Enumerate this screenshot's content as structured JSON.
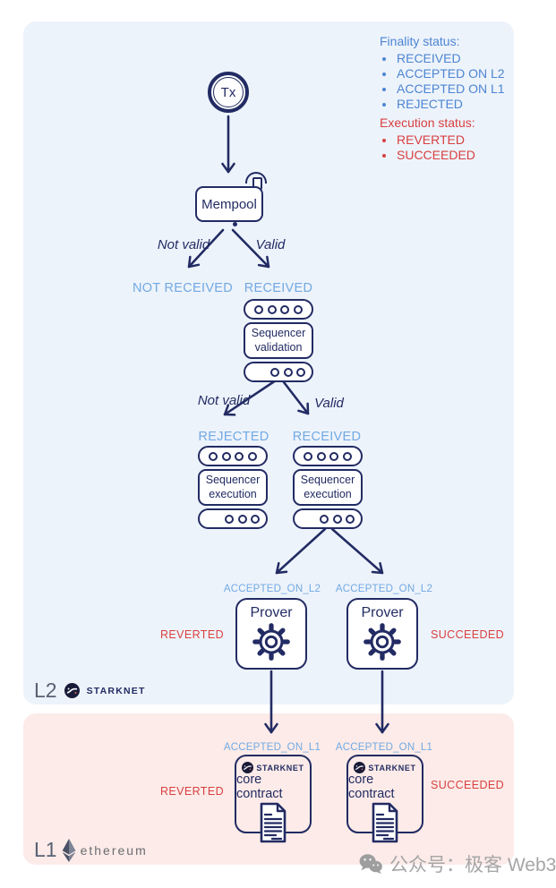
{
  "legend": {
    "finality_title": "Finality status:",
    "finality_items": [
      "RECEIVED",
      "ACCEPTED ON L2",
      "ACCEPTED ON L1",
      "REJECTED"
    ],
    "execution_title": "Execution status:",
    "execution_items": [
      "REVERTED",
      "SUCCEEDED"
    ]
  },
  "flow": {
    "tx_label": "Tx",
    "mempool_label": "Mempool",
    "branch1_left": "Not valid",
    "branch1_right": "Valid",
    "status_not_received": "NOT RECEIVED",
    "status_received_1": "RECEIVED",
    "validation_label": "Sequencer validation",
    "branch2_left": "Not valid",
    "branch2_right": "Valid",
    "status_rejected": "REJECTED",
    "status_received_2": "RECEIVED",
    "execution_left_label": "Sequencer execution",
    "execution_right_label": "Sequencer execution",
    "accepted_l2_left": "ACCEPTED_ON_L2",
    "accepted_l2_right": "ACCEPTED_ON_L2",
    "prover_left": "Prover",
    "prover_right": "Prover",
    "reverted_l2": "REVERTED",
    "succeeded_l2": "SUCCEEDED",
    "accepted_l1_left": "ACCEPTED_ON_L1",
    "accepted_l1_right": "ACCEPTED_ON_L1",
    "core_brand": "STARKNET",
    "core_label": "core contract",
    "reverted_l1": "REVERTED",
    "succeeded_l1": "SUCCEEDED"
  },
  "badges": {
    "l2": "L2",
    "l2_brand": "STARKNET",
    "l1": "L1",
    "l1_brand": "ethereum"
  },
  "watermark": {
    "text": "公众号：极客 Web3"
  },
  "colors": {
    "navy": "#222b63",
    "status_blue": "#72a9e2",
    "legend_blue": "#4c85d2",
    "status_red": "#d84040",
    "l2_panel_bg": "#edf3fb",
    "l1_panel_bg": "#fcebe8"
  }
}
